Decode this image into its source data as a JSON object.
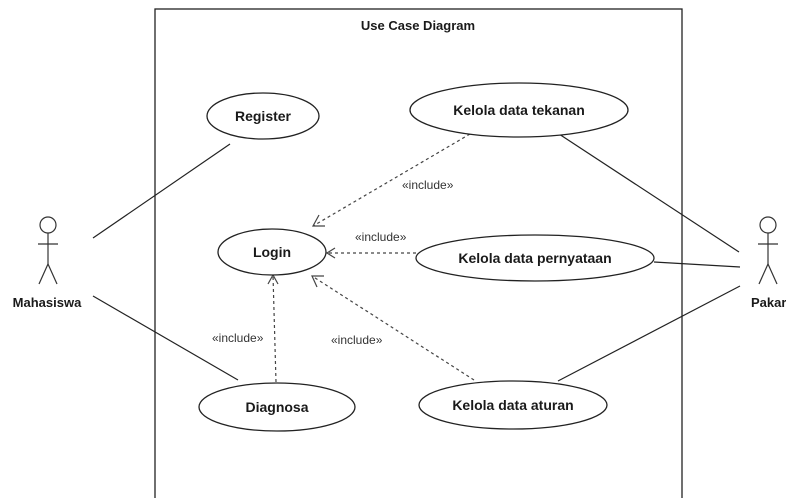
{
  "diagram": {
    "title": "Use Case Diagram",
    "actors": {
      "mahasiswa": "Mahasiswa",
      "pakar": "Pakar"
    },
    "use_cases": {
      "register": "Register",
      "login": "Login",
      "diagnosa": "Diagnosa",
      "kelola_tekanan": "Kelola data tekanan",
      "kelola_pernyataan": "Kelola data pernyataan",
      "kelola_aturan": "Kelola data aturan"
    },
    "include_label": "«include»"
  }
}
